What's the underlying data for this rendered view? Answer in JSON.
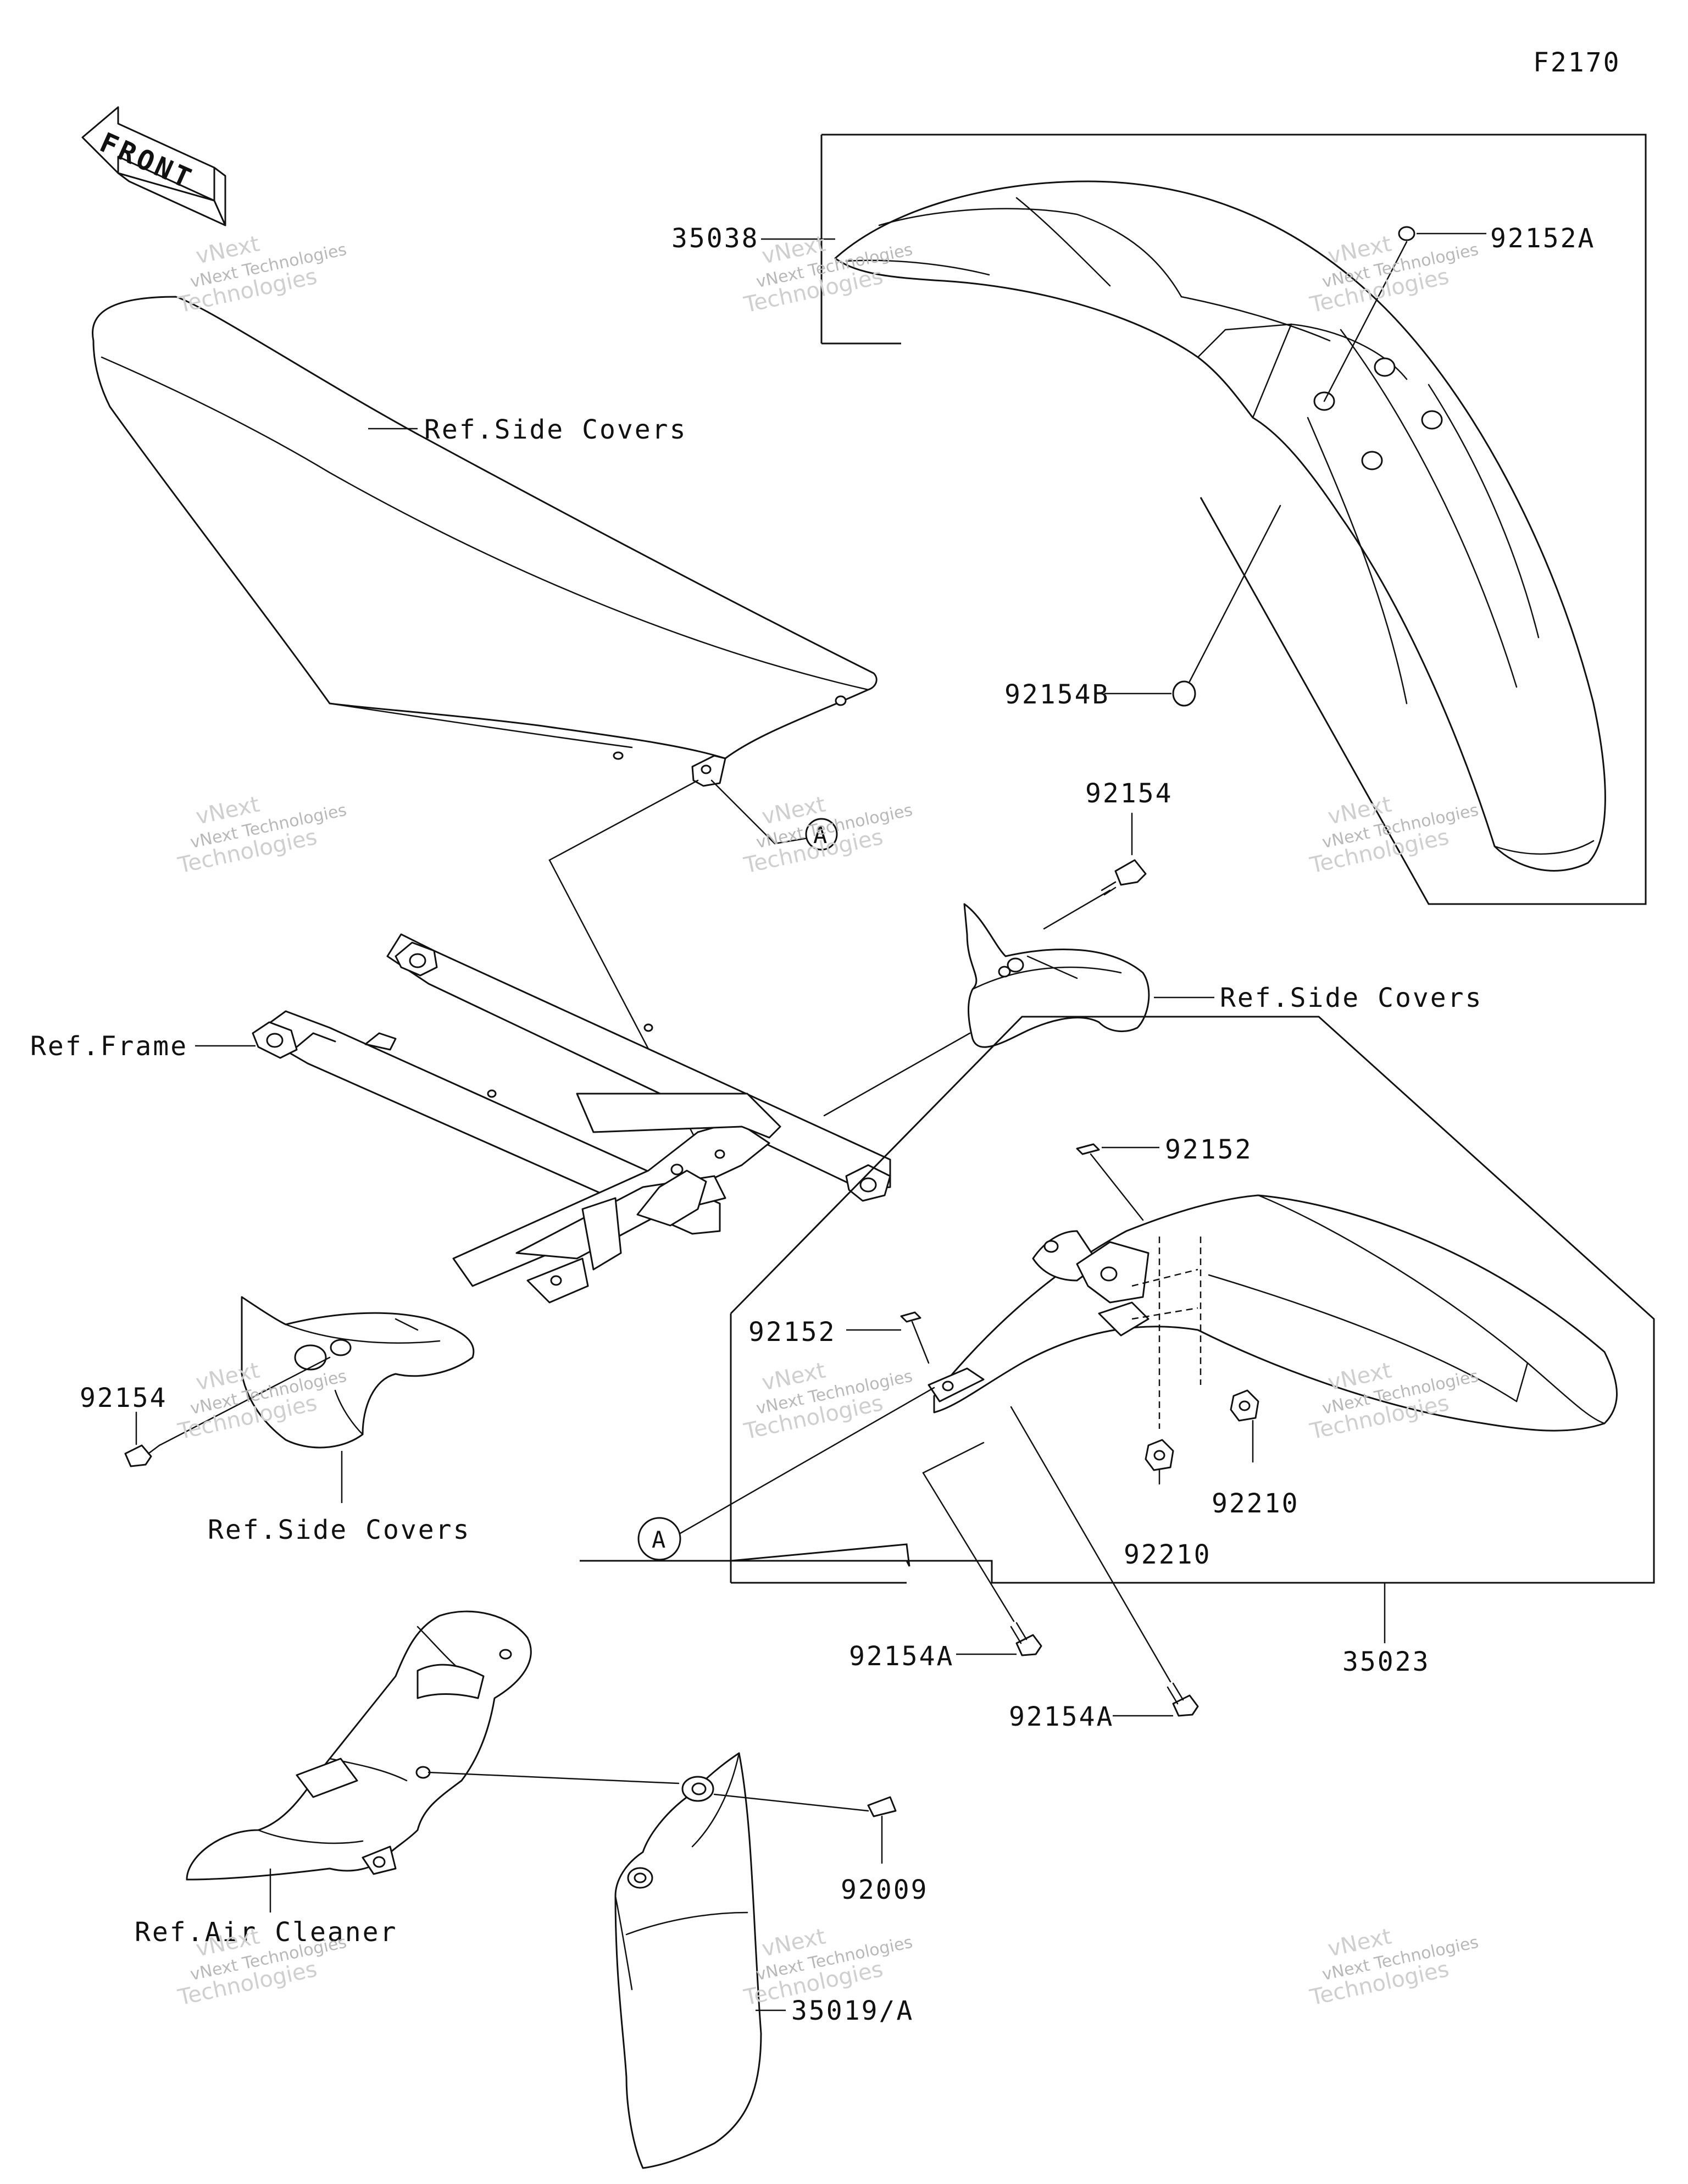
{
  "diagram": {
    "code": "F2170",
    "front_arrow": "FRONT",
    "labels": {
      "p35038": "35038",
      "p92152A": "92152A",
      "p92154B": "92154B",
      "p92154_top": "92154",
      "p92152_top": "92152",
      "p92152_left": "92152",
      "p92210_right": "92210",
      "p92210_left": "92210",
      "p92154A_1": "92154A",
      "p92154A_2": "92154A",
      "p35023": "35023",
      "p92154_left": "92154",
      "p92009": "92009",
      "p35019A": "35019/A",
      "ref_side_covers_seat": "Ref.Side Covers",
      "ref_side_covers_right": "Ref.Side Covers",
      "ref_side_covers_left": "Ref.Side Covers",
      "ref_frame": "Ref.Frame",
      "ref_air_cleaner": "Ref.Air Cleaner",
      "callout_A1": "A",
      "callout_A2": "A"
    },
    "watermark": {
      "line1": "vNext Technologies",
      "line2": "Technologies",
      "line3": "vNext"
    }
  }
}
